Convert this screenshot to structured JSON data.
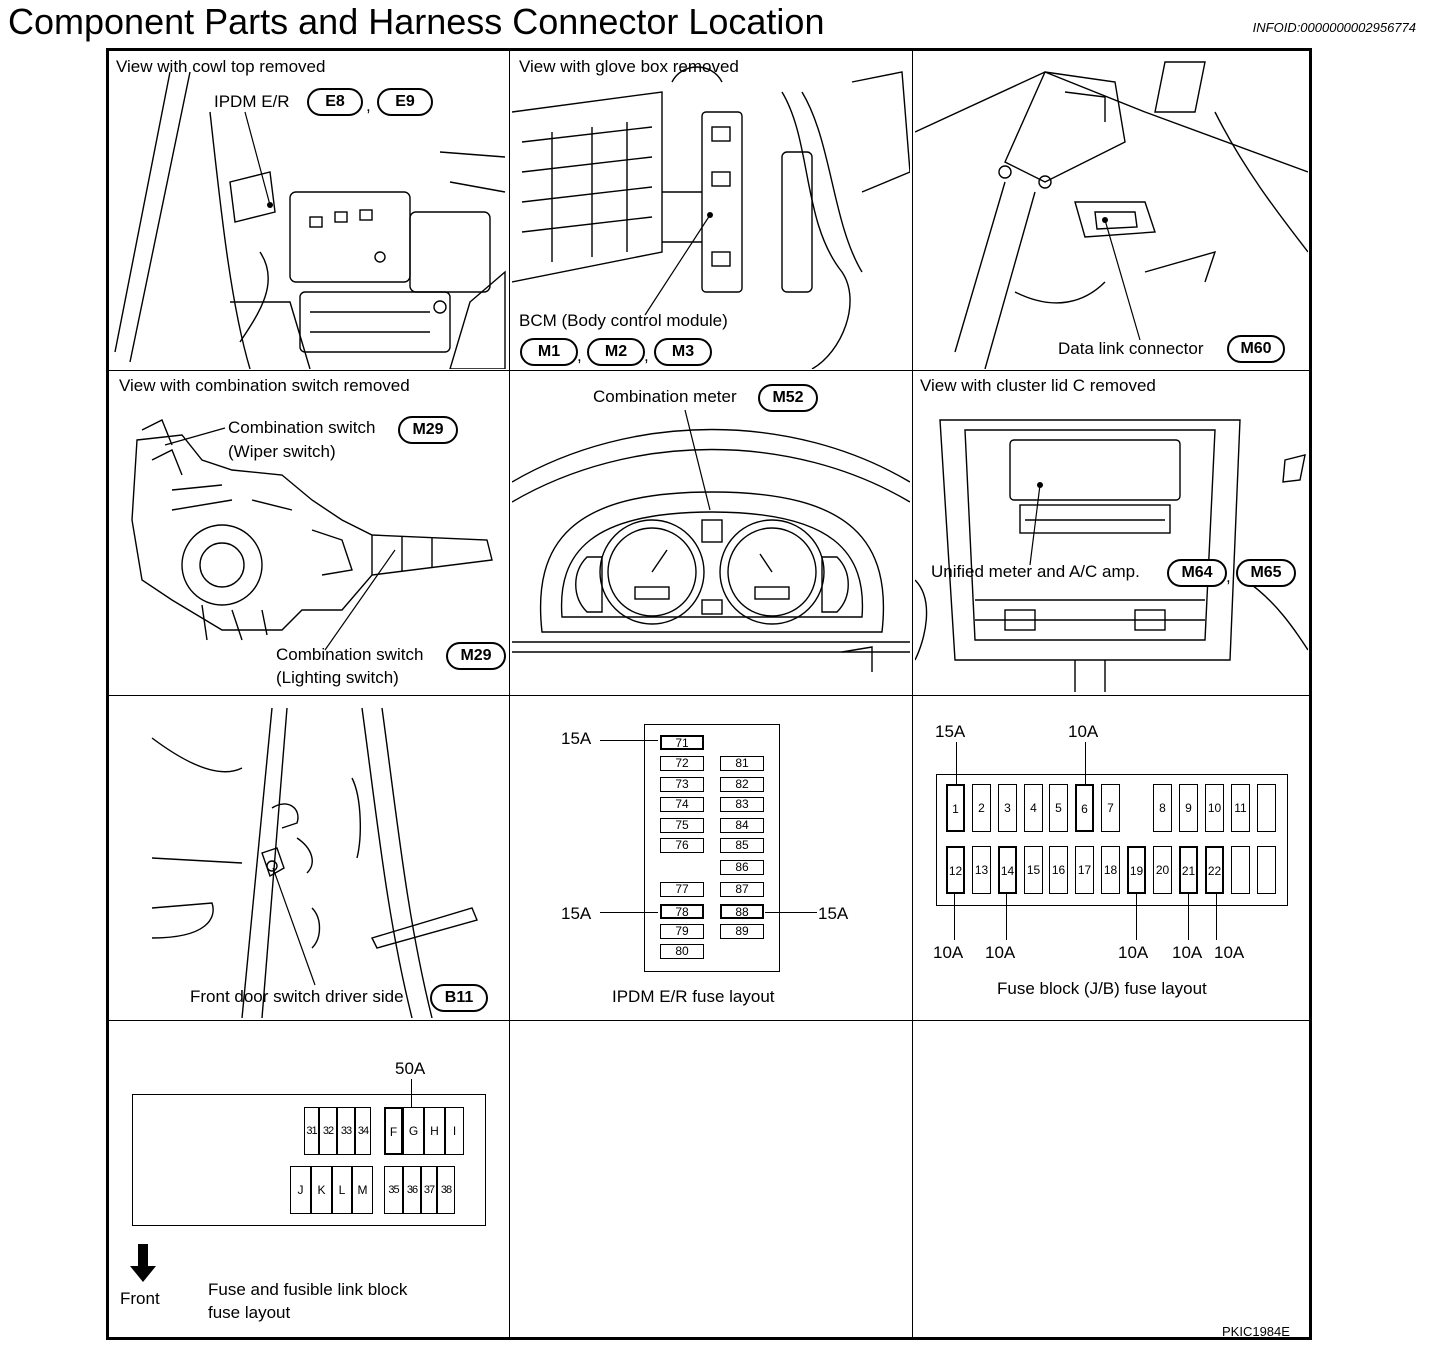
{
  "header": {
    "title": "Component Parts and Harness Connector Location",
    "info_id": "INFOID:0000000002956774"
  },
  "panels": {
    "cowl": {
      "caption": "View with cowl top removed",
      "label": "IPDM E/R",
      "connectors": [
        "E8",
        "E9"
      ],
      "sep": ","
    },
    "glove": {
      "caption": "View with glove box removed",
      "label": "BCM (Body control module)",
      "connectors": [
        "M1",
        "M2",
        "M3"
      ],
      "sep1": ",",
      "sep2": ","
    },
    "dlc": {
      "label": "Data link connector",
      "connector": "M60"
    },
    "combo": {
      "caption": "View with combination switch removed",
      "label1": "Combination switch",
      "sub1": "(Wiper switch)",
      "connector1": "M29",
      "label2": "Combination switch",
      "sub2": "(Lighting switch)",
      "connector2": "M29"
    },
    "meter": {
      "label": "Combination meter",
      "connector": "M52"
    },
    "cluster": {
      "caption": "View with cluster lid C removed",
      "label": "Unified meter and A/C amp.",
      "connectors": [
        "M64",
        "M65"
      ],
      "sep": ","
    },
    "door": {
      "label": "Front door switch driver side",
      "connector": "B11"
    },
    "ipdm_fuse": {
      "caption": "IPDM E/R fuse layout",
      "left_col": [
        "71",
        "72",
        "73",
        "74",
        "75",
        "76",
        "77",
        "78",
        "79",
        "80"
      ],
      "right_col": [
        "81",
        "82",
        "83",
        "84",
        "85",
        "86",
        "87",
        "88",
        "89"
      ],
      "amp_71": "15A",
      "amp_78": "15A",
      "amp_88": "15A"
    },
    "jb_fuse": {
      "caption": "Fuse block (J/B) fuse layout",
      "top_row": [
        "1",
        "2",
        "3",
        "4",
        "5",
        "6",
        "7",
        "",
        "8",
        "9",
        "10",
        "11",
        ""
      ],
      "bottom_row": [
        "12",
        "13",
        "14",
        "15",
        "16",
        "17",
        "18",
        "19",
        "20",
        "21",
        "22",
        "",
        ""
      ],
      "amp_top_1": "15A",
      "amp_top_6": "10A",
      "amp_bottom": [
        "10A",
        "10A",
        "10A",
        "10A",
        "10A"
      ]
    },
    "link_block": {
      "caption1": "Fuse and fusible link block",
      "caption2": "fuse layout",
      "top_row": [
        "31",
        "32",
        "33",
        "34",
        "F",
        "G",
        "H",
        "I"
      ],
      "bottom_row": [
        "J",
        "K",
        "L",
        "M",
        "35",
        "36",
        "37",
        "38"
      ],
      "amp_f": "50A",
      "front_label": "Front"
    }
  },
  "footer": {
    "code": "PKIC1984E"
  }
}
